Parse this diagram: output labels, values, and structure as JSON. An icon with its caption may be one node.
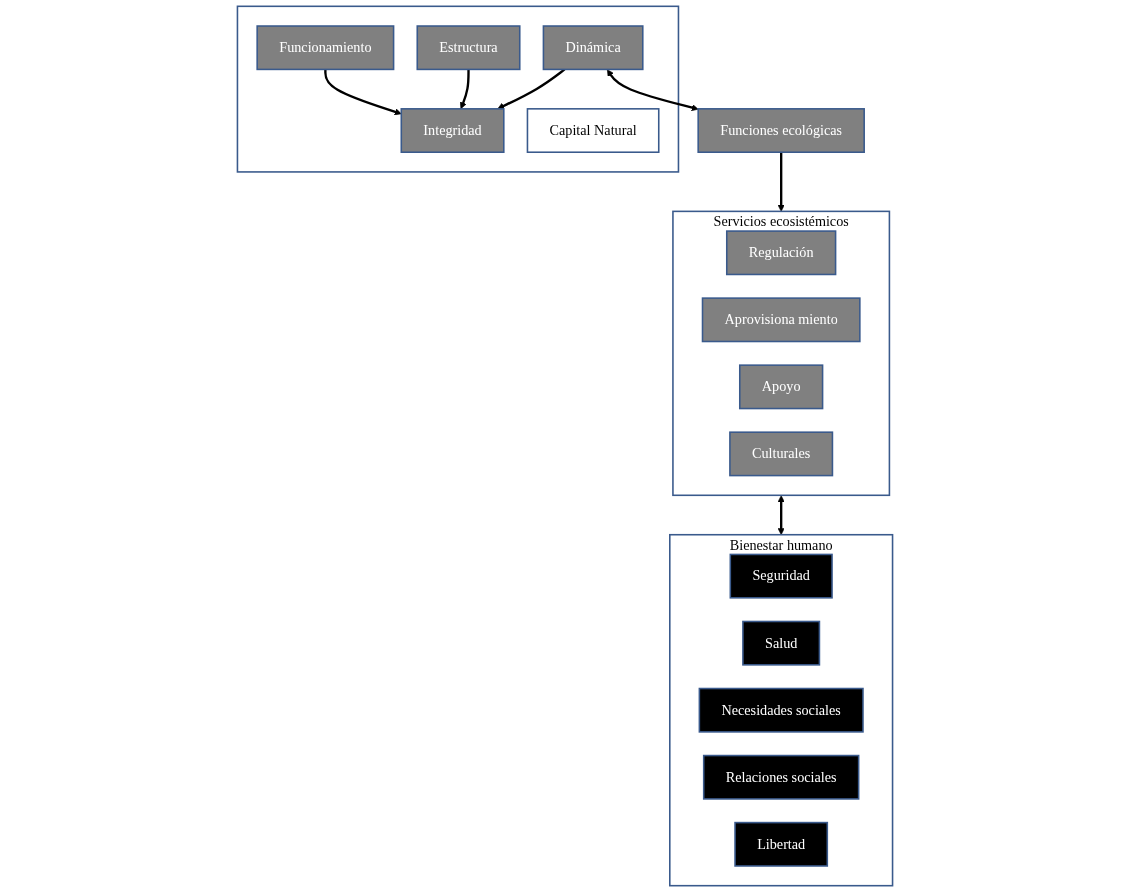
{
  "diagram": {
    "nodes": [
      {
        "text": [],
        "shape": "box"
      },
      {
        "text": [
          "Funcionamiento"
        ],
        "in": 0
      },
      {
        "text": [
          "Integridad"
        ],
        "in": 0
      },
      {
        "text": [
          "Estructura"
        ],
        "in": 0
      },
      {
        "text": [
          "Capital Natural"
        ],
        "in": 0
      },
      {
        "text": [
          "Dinámica"
        ],
        "in": 0
      },
      {
        "text": [
          "Funciones ecológicas"
        ]
      },
      {
        "text": [
          "Servicios ecosistémicos"
        ]
      },
      {
        "text": [
          "Regulación"
        ],
        "in": 7
      },
      {
        "text": [
          "Aprovisiona miento"
        ],
        "in": 7
      },
      {
        "text": [
          "Apoyo"
        ],
        "in": 7
      },
      {
        "text": [
          "Culturales"
        ],
        "in": 7
      },
      {
        "text": [
          "Bienestar humano"
        ]
      },
      {
        "text": [
          "Seguridad"
        ],
        "in": 12
      },
      {
        "text": [
          "Salud"
        ],
        "in": 12
      },
      {
        "text": [
          "Necesidades sociales"
        ],
        "in": 12
      },
      {
        "text": [
          "Relaciones sociales"
        ],
        "in": 12
      },
      {
        "text": [
          "Libertad"
        ],
        "in": 12
      }
    ],
    "edges": [
      {
        "from": 1,
        "to": 2,
        "arrow": "to"
      },
      {
        "from": 3,
        "to": 2,
        "arrow": "to"
      },
      {
        "from": 5,
        "to": 2,
        "arrow": "to"
      },
      {
        "from": 5,
        "to": 6,
        "arrow": "both"
      },
      {
        "from": 6,
        "to": 7,
        "arrow": "to"
      },
      {
        "from": 7,
        "to": 12,
        "arrow": "both"
      }
    ]
  }
}
